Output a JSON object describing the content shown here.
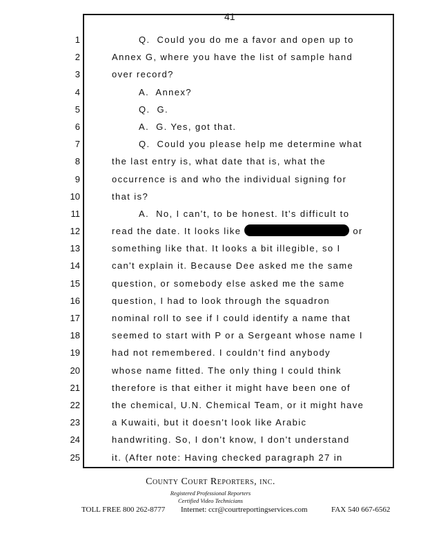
{
  "page_number": "41",
  "lines": [
    {
      "num": "1",
      "text": "Q.  Could you do me a favor and open up to",
      "indent": true
    },
    {
      "num": "2",
      "text": "Annex G, where you have the list of sample hand",
      "indent": false
    },
    {
      "num": "3",
      "text": "over record?",
      "indent": false
    },
    {
      "num": "4",
      "text": "A.  Annex?",
      "indent": true
    },
    {
      "num": "5",
      "text": "Q.  G.",
      "indent": true
    },
    {
      "num": "6",
      "text": "A.  G. Yes, got that.",
      "indent": true
    },
    {
      "num": "7",
      "text": "Q.  Could you please help me determine what",
      "indent": true
    },
    {
      "num": "8",
      "text": "the last entry is, what date that is, what the",
      "indent": false
    },
    {
      "num": "9",
      "text": "occurrence is and who the individual signing for",
      "indent": false
    },
    {
      "num": "10",
      "text": "that is?",
      "indent": false
    },
    {
      "num": "11",
      "text": "A.  No, I can't, to be honest. It's difficult to",
      "indent": true
    },
    {
      "num": "12",
      "text": "read the date. It looks like ",
      "suffix": " or",
      "redacted": true,
      "indent": false
    },
    {
      "num": "13",
      "text": "something like that. It looks a bit illegible, so I",
      "indent": false
    },
    {
      "num": "14",
      "text": "can't explain it. Because Dee asked me the same",
      "indent": false
    },
    {
      "num": "15",
      "text": "question, or somebody else asked me the same",
      "indent": false
    },
    {
      "num": "16",
      "text": "question, I had to look through the squadron",
      "indent": false
    },
    {
      "num": "17",
      "text": "nominal roll to see if I could identify a name that",
      "indent": false
    },
    {
      "num": "18",
      "text": "seemed to start with P or a Sergeant whose name I",
      "indent": false
    },
    {
      "num": "19",
      "text": "had not remembered. I couldn't find anybody",
      "indent": false
    },
    {
      "num": "20",
      "text": "whose name fitted. The only thing I could think",
      "indent": false
    },
    {
      "num": "21",
      "text": "therefore is that either it might have been one of",
      "indent": false
    },
    {
      "num": "22",
      "text": "the chemical, U.N. Chemical Team, or it might have",
      "indent": false
    },
    {
      "num": "23",
      "text": "a Kuwaiti, but it doesn't look like Arabic",
      "indent": false
    },
    {
      "num": "24",
      "text": "handwriting. So, I don't know, I don't understand",
      "indent": false
    },
    {
      "num": "25",
      "text": "it. (After note: Having checked paragraph 27 in",
      "indent": false
    }
  ],
  "footer": {
    "company": "County Court Reporters, inc.",
    "tagline1": "Registered Professional Reporters",
    "tagline2": "Certified Video Technicians",
    "tollfree": "TOLL FREE  800 262-8777",
    "internet": "Internet: ccr@courtreportingservices.com",
    "fax": "FAX  540 667-6562"
  }
}
